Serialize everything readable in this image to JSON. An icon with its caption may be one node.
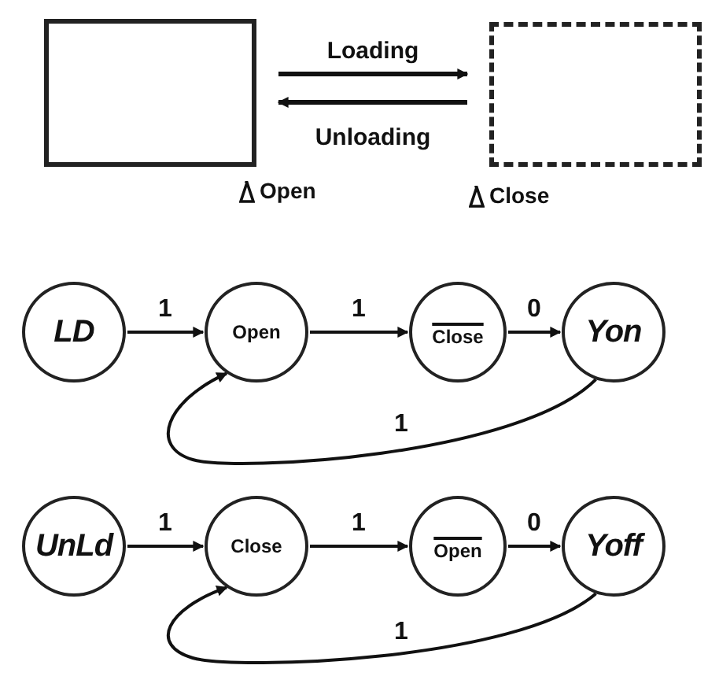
{
  "diagram": {
    "nodes": [
      {
        "text": [],
        "shape": "box",
        "beside": [
          "Open"
        ]
      },
      {
        "text": [],
        "shape": "box",
        "beside": [
          "Close"
        ]
      },
      {
        "text": [
          "LD"
        ]
      },
      {
        "text": [
          "Open"
        ]
      },
      {
        "text": [
          "Close"
        ]
      },
      {
        "text": [
          "Yon"
        ]
      },
      {
        "text": [
          "UnLd"
        ]
      },
      {
        "text": [
          "Close"
        ]
      },
      {
        "text": [
          "Open"
        ]
      },
      {
        "text": [
          "Yoff"
        ]
      }
    ],
    "edges": [
      {
        "from": 0,
        "to": 1,
        "arrow": "to",
        "label": "Loading"
      },
      {
        "from": 1,
        "to": 0,
        "arrow": "to",
        "label": "Unloading"
      },
      {
        "from": 2,
        "to": 3,
        "arrow": "to",
        "label": "1"
      },
      {
        "from": 3,
        "to": 4,
        "arrow": "to",
        "label": "1"
      },
      {
        "from": 4,
        "to": 5,
        "arrow": "to",
        "label": "0"
      },
      {
        "from": 5,
        "to": 3,
        "arrow": "to",
        "label": "1"
      },
      {
        "from": 6,
        "to": 7,
        "arrow": "to",
        "label": "1"
      },
      {
        "from": 7,
        "to": 8,
        "arrow": "to",
        "label": "1"
      },
      {
        "from": 8,
        "to": 9,
        "arrow": "to",
        "label": "0"
      },
      {
        "from": 9,
        "to": 7,
        "arrow": "to",
        "label": "1"
      }
    ]
  }
}
